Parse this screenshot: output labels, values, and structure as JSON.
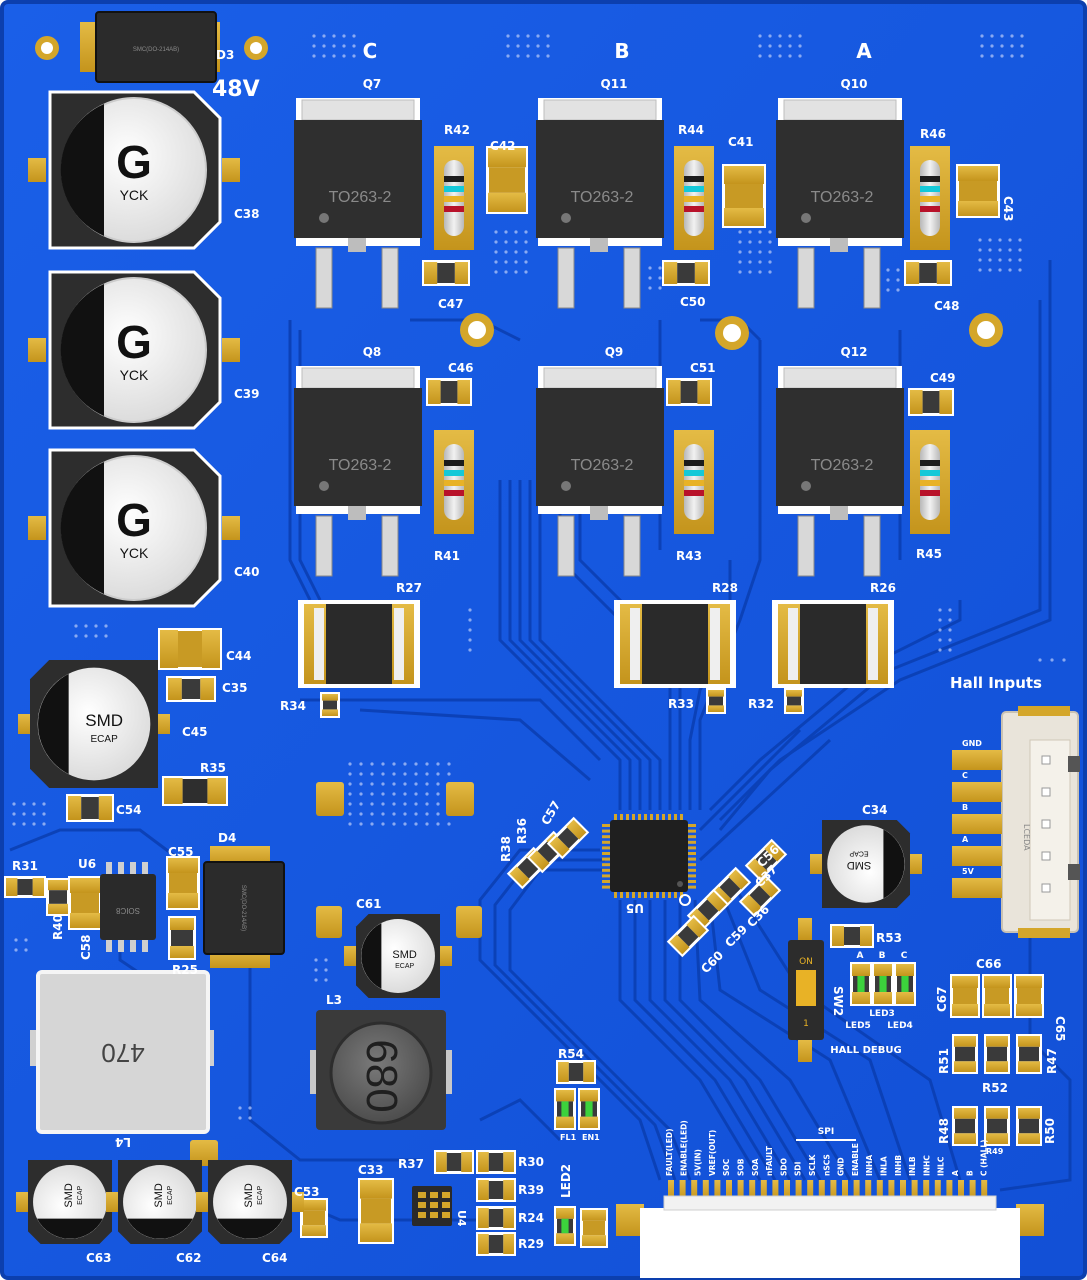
{
  "board": {
    "name": "",
    "colors": {
      "board": "#1457e0",
      "board_dark": "#0e46bd",
      "trace": "#0a3aa8",
      "pad": "#d4a62a",
      "silk": "#ffffff",
      "chip": "#222222"
    }
  },
  "phases": {
    "c": "C",
    "b": "B",
    "a": "A"
  },
  "voltage": "48V",
  "mosfets": [
    {
      "ref": "Q7",
      "pkg": "TO263-2"
    },
    {
      "ref": "Q11",
      "pkg": "TO263-2"
    },
    {
      "ref": "Q10",
      "pkg": "TO263-2"
    },
    {
      "ref": "Q8",
      "pkg": "TO263-2"
    },
    {
      "ref": "Q9",
      "pkg": "TO263-2"
    },
    {
      "ref": "Q12",
      "pkg": "TO263-2"
    }
  ],
  "electrolytics": [
    {
      "ref": "C38",
      "brand": "G",
      "maker": "YCK"
    },
    {
      "ref": "C39",
      "brand": "G",
      "maker": "YCK"
    },
    {
      "ref": "C40",
      "brand": "G",
      "maker": "YCK"
    }
  ],
  "ecaps": [
    {
      "ref": "C45",
      "line1": "SMD",
      "line2": "ECAP"
    },
    {
      "ref": "C61",
      "line1": "SMD",
      "line2": "ECAP"
    },
    {
      "ref": "C34",
      "line1": "SMD",
      "line2": "ECAP"
    },
    {
      "ref": "C63",
      "line1": "SMD",
      "line2": "ECAP"
    },
    {
      "ref": "C62",
      "line1": "SMD",
      "line2": "ECAP"
    },
    {
      "ref": "C64",
      "line1": "SMD",
      "line2": "ECAP"
    }
  ],
  "inductors": [
    {
      "ref": "L4",
      "value": "470"
    },
    {
      "ref": "L3",
      "value": "680"
    }
  ],
  "diodes": [
    {
      "ref": "D3",
      "pkg": "SMC(DO-214AB)"
    },
    {
      "ref": "D4",
      "pkg": "SMC(DO-214AB)"
    }
  ],
  "ics": {
    "u6": "U6",
    "u6_pkg": "SOIC8",
    "u5": "U5",
    "u4": "U4"
  },
  "shunts": [
    "R27",
    "R28",
    "R26"
  ],
  "labels": {
    "r42": "R42",
    "r44": "R44",
    "r46": "R46",
    "c42": "C42",
    "c41": "C41",
    "c43": "C43",
    "c47": "C47",
    "c50": "C50",
    "c48": "C48",
    "c46": "C46",
    "c51": "C51",
    "c49": "C49",
    "r41": "R41",
    "r43": "R43",
    "r45": "R45",
    "r34": "R34",
    "r33": "R33",
    "r32": "R32",
    "c44": "C44",
    "c35": "C35",
    "r35": "R35",
    "c54": "C54",
    "r31": "R31",
    "r40": "R40",
    "c58": "C58",
    "c55": "C55",
    "r25": "R25",
    "r38": "R38",
    "r36": "R36",
    "c57": "C57",
    "c56": "C56",
    "c37": "C37",
    "c36": "C36",
    "c59": "C59",
    "c60": "C60",
    "r53": "R53",
    "sw2": "SW2",
    "on": "ON",
    "one": "1",
    "led3": "LED3",
    "led5": "LED5",
    "led4": "LED4",
    "hall_debug": "HALL DEBUG",
    "c66": "C66",
    "c67": "C67",
    "c65": "C65",
    "r51": "R51",
    "r52": "R52",
    "r47": "R47",
    "r48": "R48",
    "r49": "R49",
    "r50": "R50",
    "r54": "R54",
    "fl1": "FL1",
    "en1": "EN1",
    "led2": "LED2",
    "c33": "C33",
    "r37": "R37",
    "r30": "R30",
    "r39": "R39",
    "r24": "R24",
    "r29": "R29",
    "c53": "C53",
    "led_a": "A",
    "led_b": "B",
    "led_c": "C"
  },
  "hall_connector": {
    "title": "Hall Inputs",
    "body": "LCEDA",
    "pins": [
      "GND",
      "C",
      "B",
      "A",
      "5V"
    ]
  },
  "fpc": {
    "spi": "SPI",
    "pins": [
      "FAULT(LED)",
      "ENABLE(LED)",
      "5V(IN)",
      "VREF(OUT)",
      "SOC",
      "SOB",
      "SOA",
      "nFAULT",
      "SDO",
      "SDI",
      "SCLK",
      "nSCS",
      "GND",
      "ENABLE",
      "INHA",
      "INLA",
      "INHB",
      "INLB",
      "INHC",
      "INLC",
      "A",
      "B",
      "C (HALL)"
    ]
  }
}
